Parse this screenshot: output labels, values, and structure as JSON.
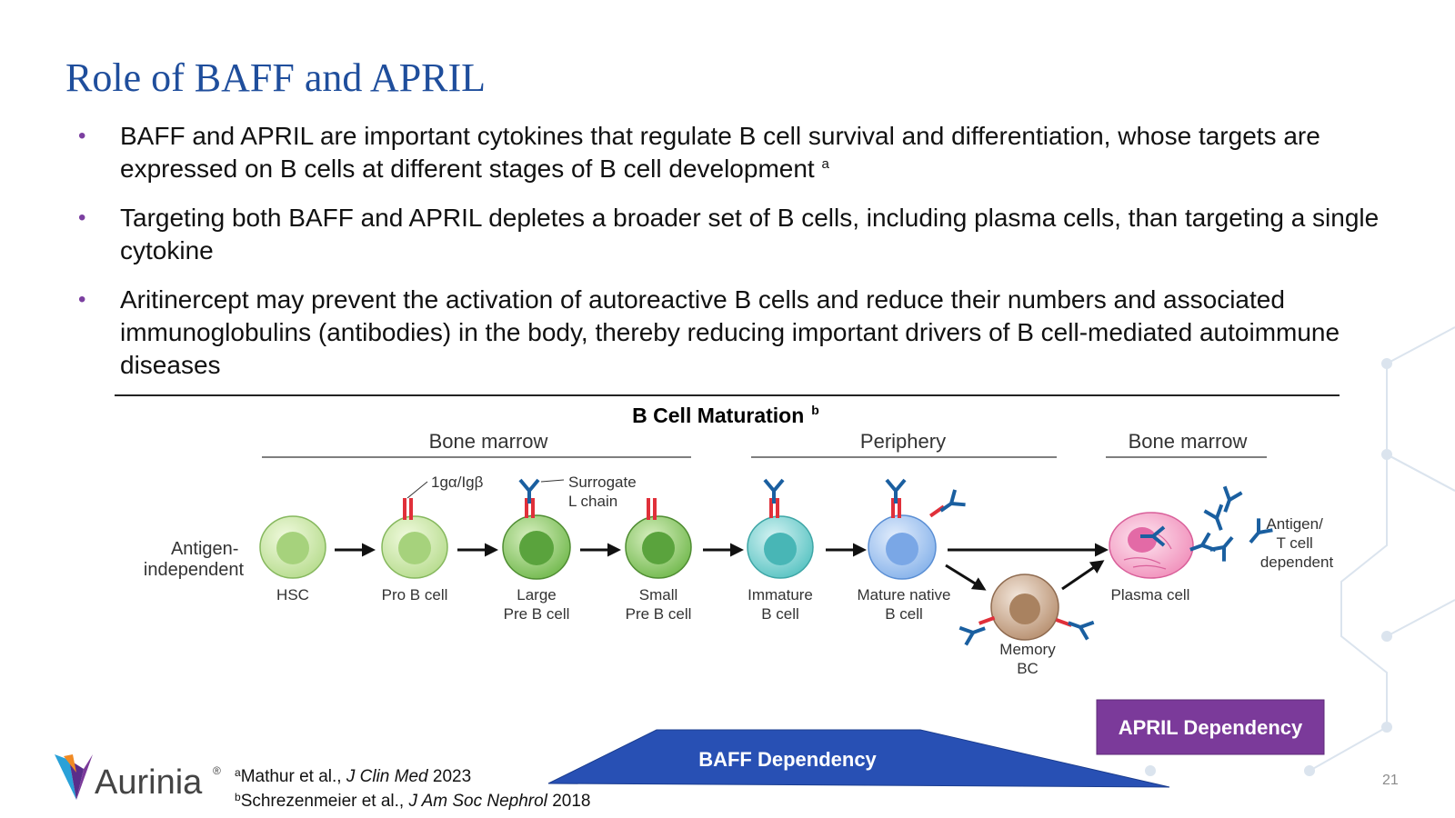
{
  "slide": {
    "title": "Role of BAFF and APRIL",
    "bullets": [
      {
        "text": "BAFF and APRIL are important cytokines that regulate B cell survival and differentiation, whose targets are expressed on B cells at different stages of B cell development",
        "sup": "a"
      },
      {
        "text": "Targeting both BAFF and APRIL depletes a broader set of B cells, including plasma cells, than targeting a single cytokine",
        "sup": ""
      },
      {
        "text": "Aritinercept may prevent the activation of autoreactive B cells and reduce their numbers and associated immunoglobulins (antibodies) in the body, thereby reducing important drivers of B cell-mediated autoimmune diseases",
        "sup": ""
      }
    ],
    "page_number": "21"
  },
  "diagram": {
    "title": "B Cell Maturation",
    "title_sup": "b",
    "regions": {
      "bone_marrow_left": "Bone marrow",
      "periphery": "Periphery",
      "bone_marrow_right": "Bone marrow"
    },
    "antigen_independent_line1": "Antigen-",
    "antigen_independent_line2": "independent",
    "antigen_dependent_line1": "Antigen/",
    "antigen_dependent_line2": "T cell",
    "antigen_dependent_line3": "dependent",
    "callout_receptor": "1gα/Igβ",
    "callout_surrogate_line1": "Surrogate",
    "callout_surrogate_line2": "L chain",
    "cells": {
      "hsc": "HSC",
      "pro_b": "Pro B cell",
      "large_pre_b_line1": "Large",
      "large_pre_b_line2": "Pre B cell",
      "small_pre_b_line1": "Small",
      "small_pre_b_line2": "Pre B cell",
      "immature_line1": "Immature",
      "immature_line2": "B cell",
      "mature_line1": "Mature native",
      "mature_line2": "B cell",
      "memory_line1": "Memory",
      "memory_line2": "BC",
      "plasma": "Plasma cell"
    },
    "baff_label": "BAFF Dependency",
    "april_label": "APRIL Dependency",
    "colors": {
      "baff": "#2850b4",
      "april": "#7b3a9a",
      "antibody": "#1a5fa0",
      "receptor": "#e0303a"
    }
  },
  "logo": {
    "name": "Aurinia",
    "mark": "®"
  },
  "footnotes": [
    {
      "sup": "a",
      "pre": "Mathur et al., ",
      "journal": "J Clin Med",
      "year": " 2023"
    },
    {
      "sup": "b",
      "pre": "Schrezenmeier et al., ",
      "journal": "J Am Soc Nephrol",
      "year": " 2018"
    }
  ]
}
